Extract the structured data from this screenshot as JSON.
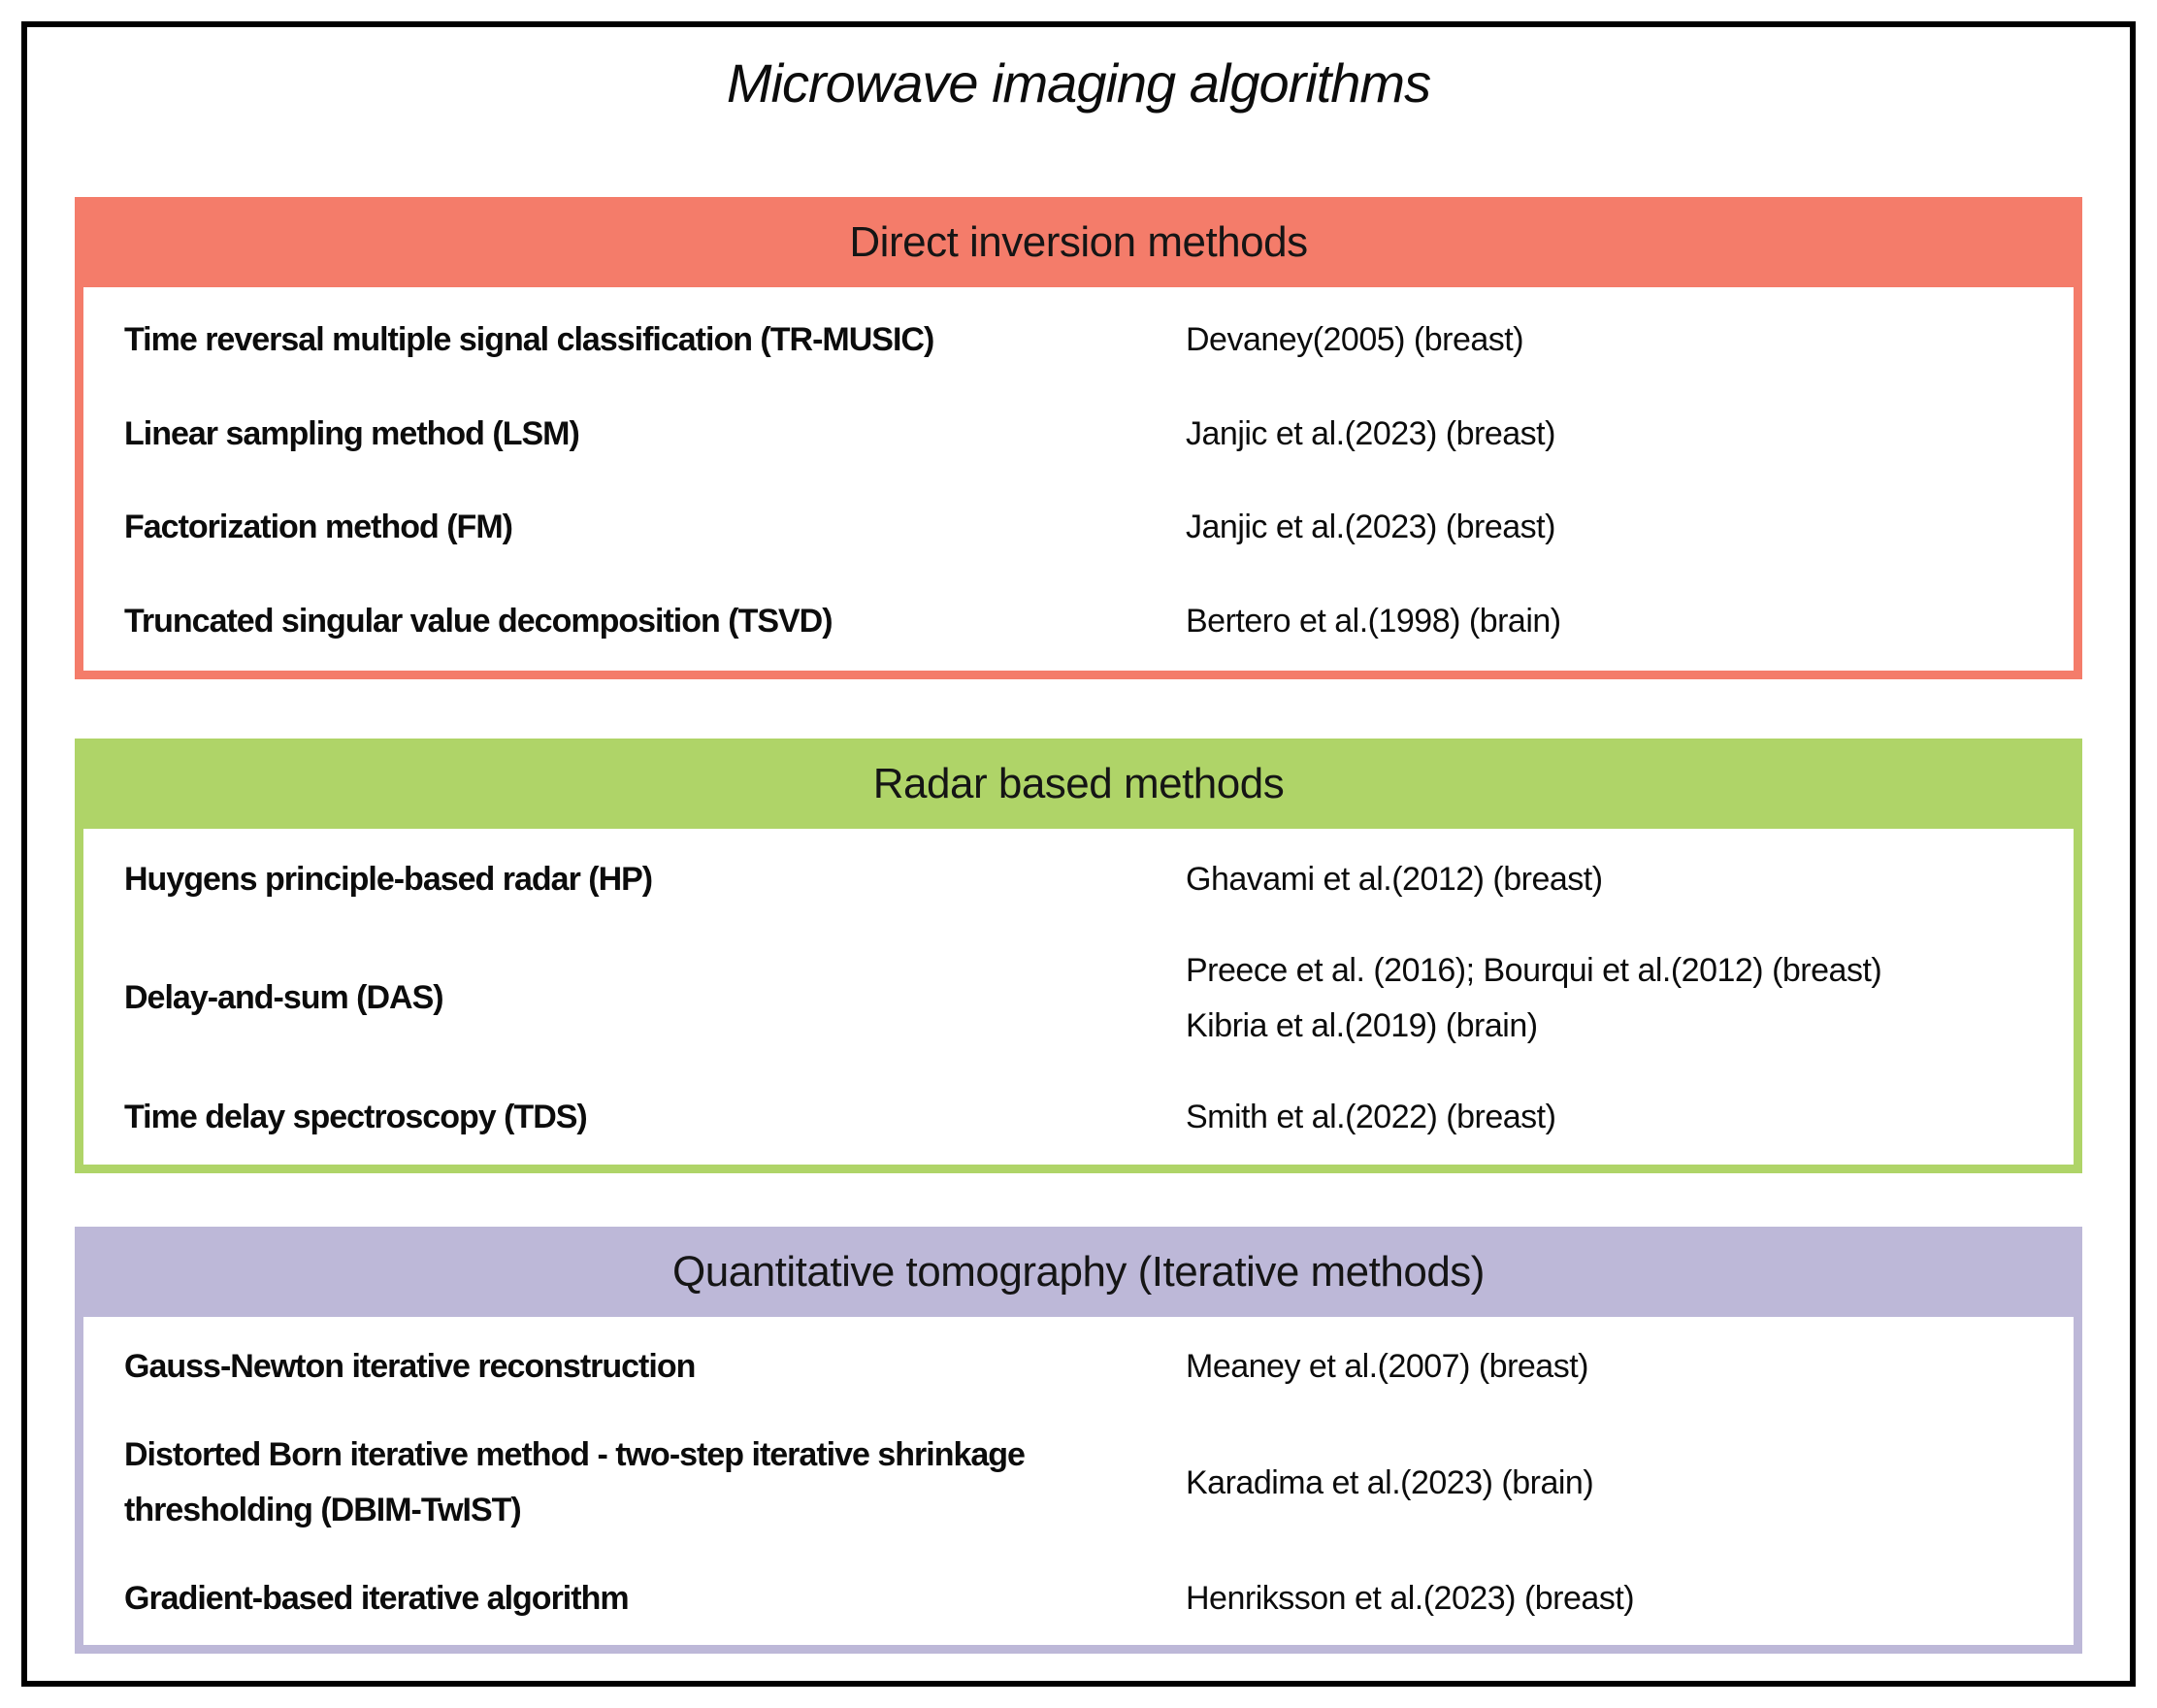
{
  "title": "Microwave imaging algorithms",
  "sections": [
    {
      "id": "direct-inversion-methods",
      "header": "Direct inversion methods",
      "color": "#F47C6A",
      "rows": [
        {
          "method": "Time reversal multiple signal classification (TR-MUSIC)",
          "refs": [
            "Devaney(2005) (breast)"
          ]
        },
        {
          "method": "Linear sampling method (LSM)",
          "refs": [
            "Janjic et al.(2023) (breast)"
          ]
        },
        {
          "method": "Factorization method (FM)",
          "refs": [
            "Janjic et al.(2023) (breast)"
          ]
        },
        {
          "method": "Truncated singular value decomposition (TSVD)",
          "refs": [
            "Bertero et al.(1998) (brain)"
          ]
        }
      ]
    },
    {
      "id": "radar-based-methods",
      "header": "Radar based methods",
      "color": "#AFD468",
      "rows": [
        {
          "method": "Huygens principle-based radar (HP)",
          "refs": [
            "Ghavami et al.(2012) (breast)"
          ]
        },
        {
          "method": "Delay-and-sum (DAS)",
          "refs": [
            "Preece et al. (2016); Bourqui et al.(2012) (breast)",
            "Kibria et al.(2019) (brain)"
          ]
        },
        {
          "method": "Time delay spectroscopy (TDS)",
          "refs": [
            "Smith et al.(2022) (breast)"
          ]
        }
      ]
    },
    {
      "id": "quantitative-tomography-iterative-methods",
      "header": "Quantitative tomography (Iterative methods)",
      "color": "#BDB8D8",
      "rows": [
        {
          "method": "Gauss-Newton iterative reconstruction",
          "refs": [
            "Meaney et al.(2007) (breast)"
          ]
        },
        {
          "method": "Distorted Born iterative method - two-step iterative shrinkage thresholding (DBIM-TwIST)",
          "refs": [
            "Karadima et al.(2023) (brain)"
          ]
        },
        {
          "method": "Gradient-based iterative algorithm",
          "refs": [
            "Henriksson et al.(2023) (breast)"
          ]
        }
      ]
    }
  ]
}
